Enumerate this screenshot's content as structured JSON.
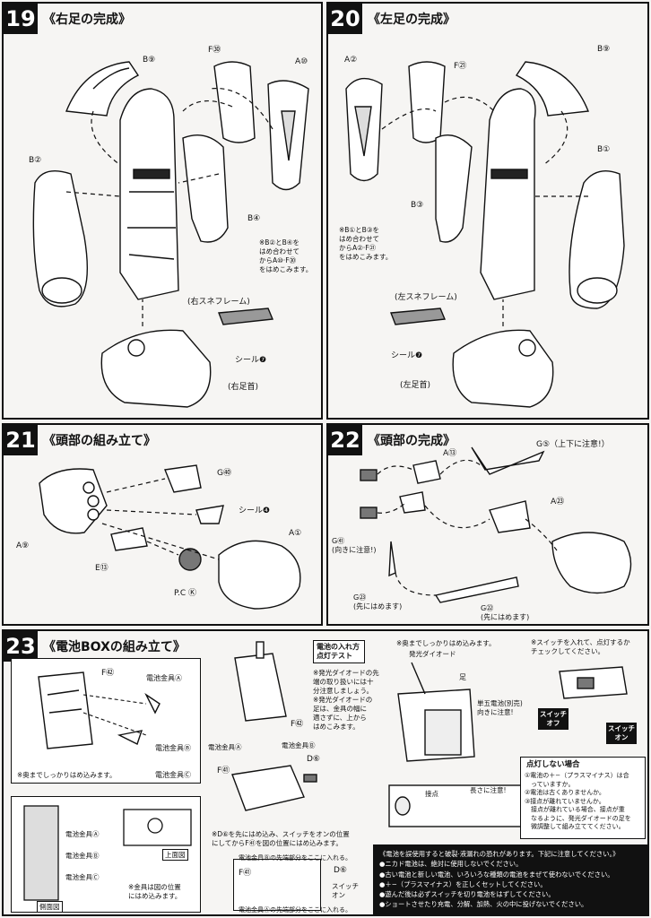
{
  "step19": {
    "num": "19",
    "title": "《右足の完成》",
    "labels": {
      "b9": "B⑨",
      "f30": "F㉚",
      "a10": "A⑩",
      "b2": "B②",
      "b4": "B④",
      "seal": "シール❼",
      "frame": "(右スネフレーム)",
      "ankle": "(右足首)"
    },
    "note": "※B②とB④を\nはめ合わせて\nからA⑩·F㉚\nをはめこみます。"
  },
  "step20": {
    "num": "20",
    "title": "《左足の完成》",
    "labels": {
      "a2": "A②",
      "f21": "F㉑",
      "b9": "B⑨",
      "b1": "B①",
      "b3": "B③",
      "seal": "シール❼",
      "frame": "(左スネフレーム)",
      "ankle": "(左足首)"
    },
    "note": "※B①とB③を\nはめ合わせて\nからA②·F㉑\nをはめこみます。"
  },
  "step21": {
    "num": "21",
    "title": "《頭部の組み立て》",
    "labels": {
      "g40": "G㊵",
      "seal": "シール❹",
      "a9": "A⑨",
      "e13": "E⑬",
      "a1": "A①",
      "pck": "P.C Ⓚ"
    }
  },
  "step22": {
    "num": "22",
    "title": "《頭部の完成》",
    "labels": {
      "a13": "A⑬",
      "g5": "G⑤（上下に注意!）",
      "a23": "A㉓",
      "g41": "G㊶\n(向きに注意!)",
      "g23": "G㉓\n(先にはめます)",
      "g22": "G㉒\n(先にはめます)"
    }
  },
  "step23": {
    "num": "23",
    "title": "《電池BOXの組み立て》",
    "box_labels": {
      "f42": "F㊷",
      "terminal_a": "電池金具Ⓐ",
      "terminal_b": "電池金具Ⓑ",
      "terminal_c": "電池金具Ⓒ",
      "note": "※奥までしっかりはめ込みます。"
    },
    "side_view": {
      "terminal_a": "電池金具Ⓐ",
      "terminal_b": "電池金具Ⓑ",
      "terminal_c": "電池金具Ⓒ",
      "top": "上面図",
      "side": "側面図",
      "note": "※金具は図の位置\nにはめ込みます。"
    },
    "center_labels": {
      "f42": "F㊷",
      "terminal_a": "電池金具Ⓐ",
      "terminal_b": "電池金具Ⓑ",
      "f41": "F㊶",
      "d6": "D⑥"
    },
    "led_note": {
      "title": "電池の入れ方\n点灯テスト",
      "text": "※発光ダイオードの先\n端の取り扱いには十\n分注意しましょう。\n※発光ダイオードの\n足は、金具の幅に\n適さずに、上から\nはめこみます。"
    },
    "bottom_note": "※D⑥を先にはめ込み、スイッチをオンの位置\nにしてからF㊶を図の位置にはめ込みます。",
    "bottom_labels": {
      "tip_b": "電池金具Ⓑの先端部分をここに入れる。",
      "tip_a": "電池金具Ⓐの先端部分をここに入れる。",
      "f41": "F㊶",
      "d6": "D⑥",
      "switch_on": "スイッチ\nオン"
    },
    "led_diag": {
      "note": "※奥までしっかりはめ込みます。",
      "led": "発光ダイオード",
      "leg": "足",
      "battery": "単五電池(別売)\n向きに注意!",
      "tip": "接点",
      "length": "長さに注意!"
    },
    "switch": {
      "note": "※スイッチを入れて、点灯するか\nチェックしてください。",
      "off": "スイッチ\nオフ",
      "on": "スイッチ\nオン"
    },
    "trouble": {
      "title": "点灯しない場合",
      "text": "①電池の＋−（プラスマイナス）は合\n　っていますか。\n②電池は古くありませんか。\n③接点が離れていませんか。\n　接点が離れている場合、接点が重\n　なるように、発光ダイオードの足を\n　微調整して組み立ててください。"
    },
    "warning": "《電池を誤使用すると破裂·液漏れの恐れがあります。下記に注意してください。》\n●ニカド電池は、絶対に使用しないでください。\n●古い電池と新しい電池、いろいろな種類の電池をまぜて使わないでください。\n●＋−（プラスマイナス）を正しくセットしてください。\n●遊んだ後は必ずスイッチを切り電池をはずしてください。\n●ショートさせたり充電、分解、加熱、火の中に投げないでください。"
  }
}
